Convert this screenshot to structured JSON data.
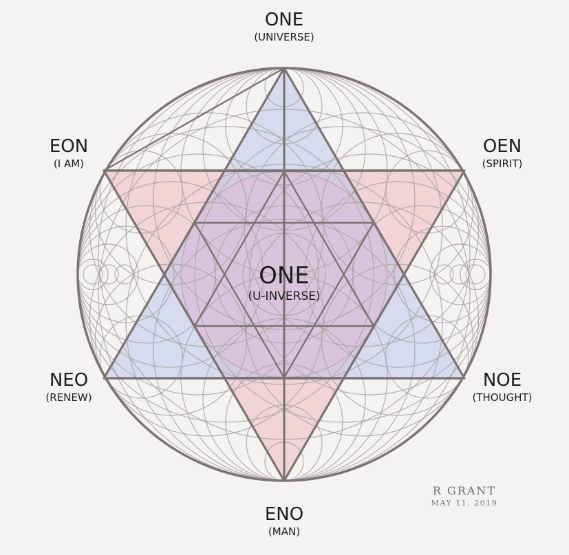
{
  "labels": {
    "top": {
      "word": "ONE",
      "meaning": "(UNIVERSE)"
    },
    "upper_left": {
      "word": "EON",
      "meaning": "(I AM)"
    },
    "upper_right": {
      "word": "OEN",
      "meaning": "(SPIRIT)"
    },
    "center": {
      "word": "ONE",
      "meaning": "(U-INVERSE)"
    },
    "lower_left": {
      "word": "NEO",
      "meaning": "(RENEW)"
    },
    "lower_right": {
      "word": "NOE",
      "meaning": "(THOUGHT)"
    },
    "bottom": {
      "word": "ENO",
      "meaning": "(MAN)"
    }
  },
  "signature": {
    "name": "R GRANT",
    "date": "MAY 11, 2019"
  },
  "colors": {
    "line": "#7c7474",
    "thin_line": "#a8a2a2",
    "pink_fill": "#f0b8c0",
    "blue_fill": "#b8c4ec",
    "background": "#f4f3f2",
    "text": "#1c1c1c",
    "signature": "#6f6f6f"
  }
}
